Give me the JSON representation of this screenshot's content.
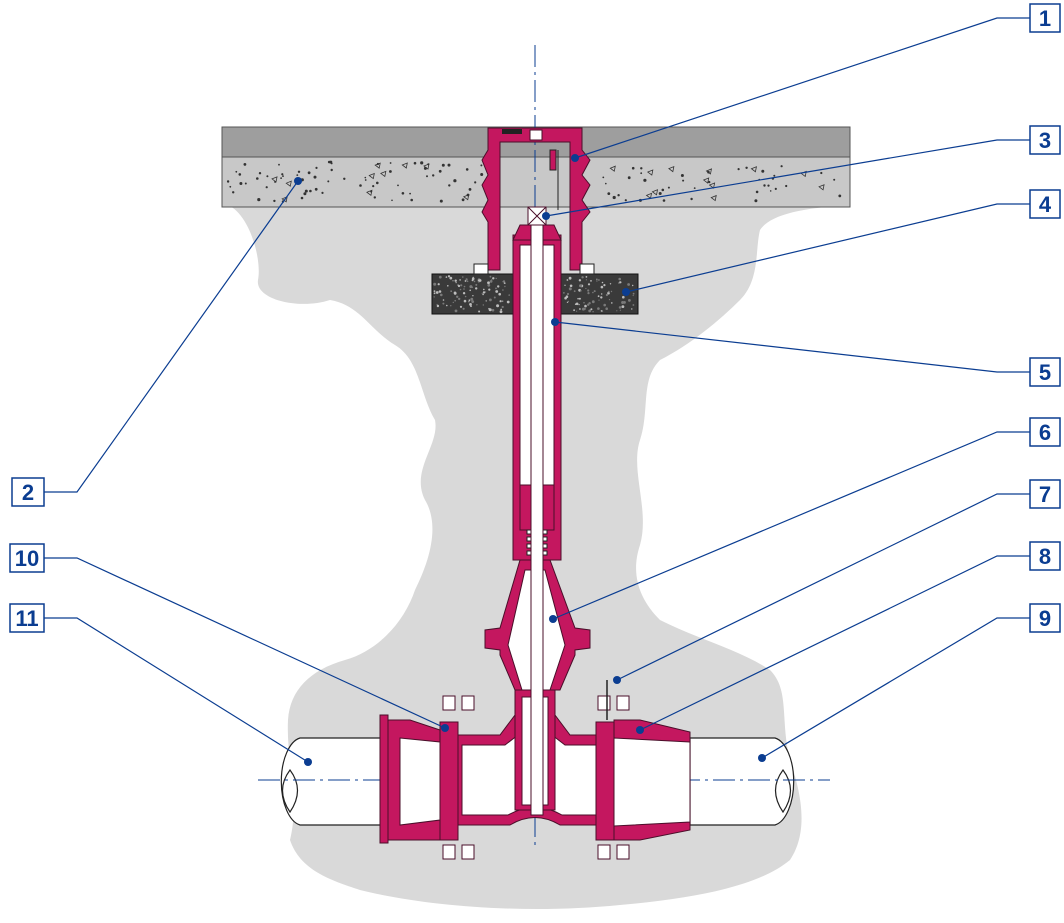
{
  "colors": {
    "accent": "#0b3d91",
    "valve_body": "#c4175f",
    "ground": "#d8d8d8",
    "road_surface": "#9e9e9e",
    "road_base": "#c8c8c8",
    "support_block": "#3a3a3a"
  },
  "callouts": [
    {
      "id": "1",
      "label": "1"
    },
    {
      "id": "2",
      "label": "2"
    },
    {
      "id": "3",
      "label": "3"
    },
    {
      "id": "4",
      "label": "4"
    },
    {
      "id": "5",
      "label": "5"
    },
    {
      "id": "6",
      "label": "6"
    },
    {
      "id": "7",
      "label": "7"
    },
    {
      "id": "8",
      "label": "8"
    },
    {
      "id": "9",
      "label": "9"
    },
    {
      "id": "10",
      "label": "10"
    },
    {
      "id": "11",
      "label": "11"
    }
  ]
}
